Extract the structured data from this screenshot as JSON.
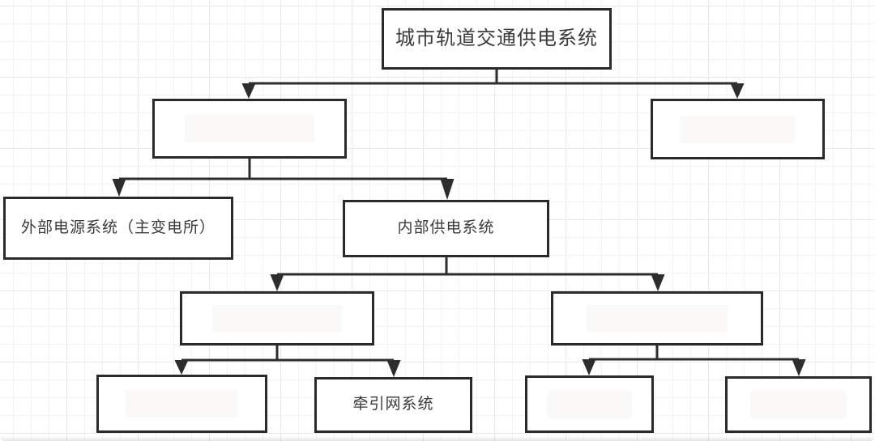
{
  "diagram": {
    "type": "hierarchy-flowchart",
    "root_label": "城市轨道交通供电系统",
    "nodes": [
      {
        "id": "root",
        "label": "城市轨道交通供电系统",
        "children": [
          "l2_left",
          "l2_right"
        ]
      },
      {
        "id": "l2_left",
        "label": "",
        "children": [
          "external",
          "internal"
        ]
      },
      {
        "id": "l2_right",
        "label": "",
        "children": []
      },
      {
        "id": "external",
        "label": "外部电源系统（主变电所）",
        "children": []
      },
      {
        "id": "internal",
        "label": "内部供电系统",
        "children": [
          "l4_left",
          "l4_right"
        ]
      },
      {
        "id": "l4_left",
        "label": "",
        "children": [
          "b1",
          "b2"
        ]
      },
      {
        "id": "l4_right",
        "label": "",
        "children": [
          "b3",
          "b4"
        ]
      },
      {
        "id": "b1",
        "label": "",
        "children": []
      },
      {
        "id": "b2",
        "label": "牵引网系统",
        "children": []
      },
      {
        "id": "b3",
        "label": "",
        "children": []
      },
      {
        "id": "b4",
        "label": "",
        "children": []
      }
    ],
    "colors": {
      "line": "#2d2d2d",
      "text": "#3a3a3a",
      "box_background": "#ffffff",
      "grid_minor": "#f3f3f3",
      "grid_major": "#e9e9e9"
    }
  }
}
